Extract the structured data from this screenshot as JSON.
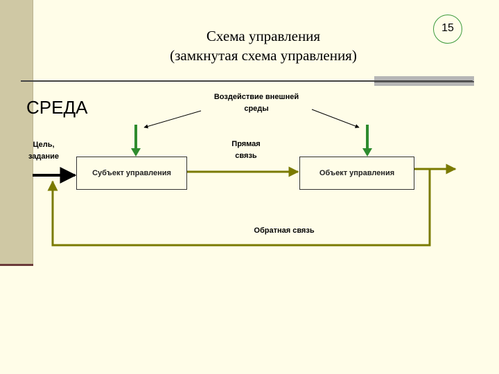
{
  "slide": {
    "page_number": "15",
    "title_line1": "Схема управления",
    "title_line2": "(замкнутая схема управления)"
  },
  "diagram": {
    "environment_label": "СРЕДА",
    "goal_label_line1": "Цель,",
    "goal_label_line2": "задание",
    "influence_label_line1": "Воздействие внешней",
    "influence_label_line2": "среды",
    "direct_link_line1": "Прямая",
    "direct_link_line2": "связь",
    "feedback_label": "Обратная связь",
    "subject_box": "Субъект управления",
    "object_box": "Объект управления"
  },
  "colors": {
    "background": "#fffde8",
    "connector": "#7a7a00",
    "arrow_green": "#2e8b2e",
    "badge_border": "#3c9a3c"
  }
}
